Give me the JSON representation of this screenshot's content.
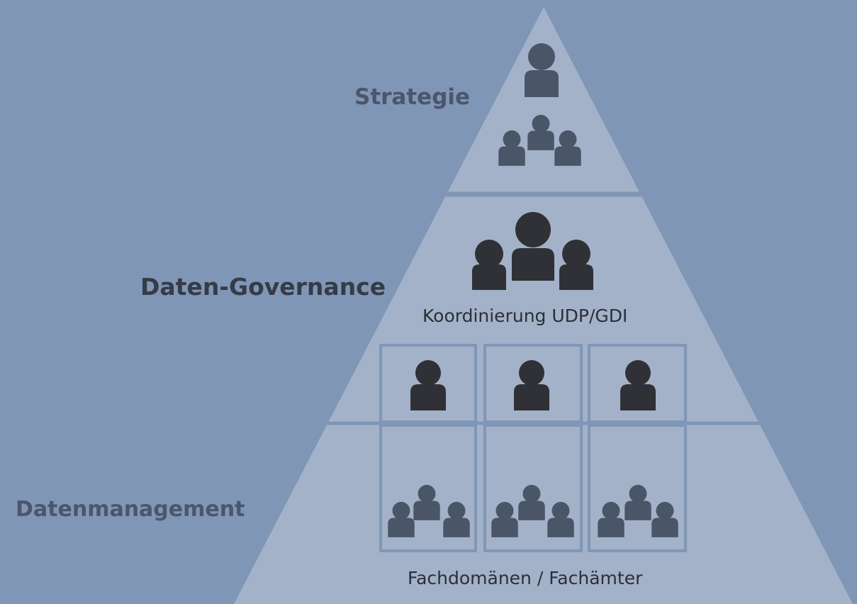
{
  "levels": {
    "strategie": "Strategie",
    "governance": "Daten-Governance",
    "datenmanagement": "Datenmanagement"
  },
  "sublabels": {
    "koordinierung": "Koordinierung UDP/GDI",
    "fachdomaenen": "Fachdomänen / Fachämter"
  },
  "colors": {
    "background": "#8096b6",
    "pyramid": "#a3b2c9",
    "separator": "#8096b6",
    "person_light": "#4b5568",
    "person_dark": "#2f3136"
  },
  "icons": {
    "person": "person-icon",
    "group": "group-icon"
  }
}
